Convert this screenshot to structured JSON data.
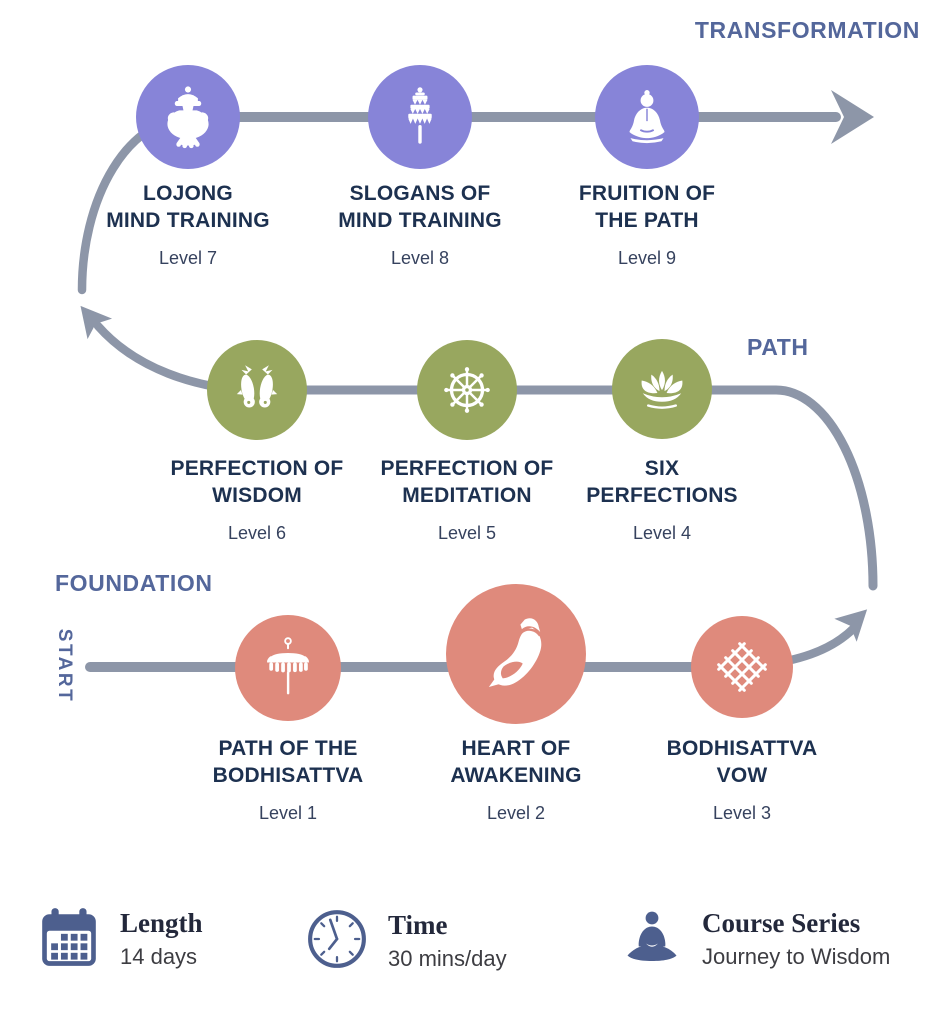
{
  "diagram": {
    "stages": {
      "transformation": "TRANSFORMATION",
      "path": "PATH",
      "foundation": "FOUNDATION",
      "start": "START"
    },
    "rows": [
      {
        "stage": "TRANSFORMATION",
        "circle_color": "#8784d8",
        "nodes": [
          {
            "title": "LOJONG\nMIND TRAINING",
            "level": "Level 7",
            "icon": "treasure-vase-icon"
          },
          {
            "title": "SLOGANS OF\nMIND TRAINING",
            "level": "Level 8",
            "icon": "victory-banner-icon"
          },
          {
            "title": "FRUITION OF\nTHE PATH",
            "level": "Level 9",
            "icon": "buddha-icon"
          }
        ]
      },
      {
        "stage": "PATH",
        "circle_color": "#98a75f",
        "nodes": [
          {
            "title": "PERFECTION OF\nWISDOM",
            "level": "Level 6",
            "icon": "golden-fishes-icon"
          },
          {
            "title": "PERFECTION OF\nMEDITATION",
            "level": "Level 5",
            "icon": "dharma-wheel-icon"
          },
          {
            "title": "SIX\nPERFECTIONS",
            "level": "Level 4",
            "icon": "lotus-icon"
          }
        ]
      },
      {
        "stage": "FOUNDATION",
        "circle_color": "#df8a7c",
        "nodes": [
          {
            "title": "PATH OF THE\nBODHISATTVA",
            "level": "Level 1",
            "icon": "parasol-icon"
          },
          {
            "title": "HEART OF\nAWAKENING",
            "level": "Level 2",
            "icon": "conch-shell-icon"
          },
          {
            "title": "BODHISATTVA\nVOW",
            "level": "Level 3",
            "icon": "endless-knot-icon"
          }
        ]
      }
    ],
    "footer": [
      {
        "label": "Length",
        "value": "14 days",
        "icon": "calendar-icon"
      },
      {
        "label": "Time",
        "value": "30 mins/day",
        "icon": "clock-icon"
      },
      {
        "label": "Course Series",
        "value": "Journey to Wisdom",
        "icon": "meditator-icon"
      }
    ],
    "colors": {
      "transformation_circle": "#8784d8",
      "path_circle": "#98a75f",
      "foundation_circle": "#df8a7c",
      "connector_gray": "#8d96a8",
      "stage_label_blue": "#54679b",
      "title_navy": "#1d3150",
      "level_slate": "#36425e",
      "footer_icon_blue": "#4d5f8e"
    }
  }
}
